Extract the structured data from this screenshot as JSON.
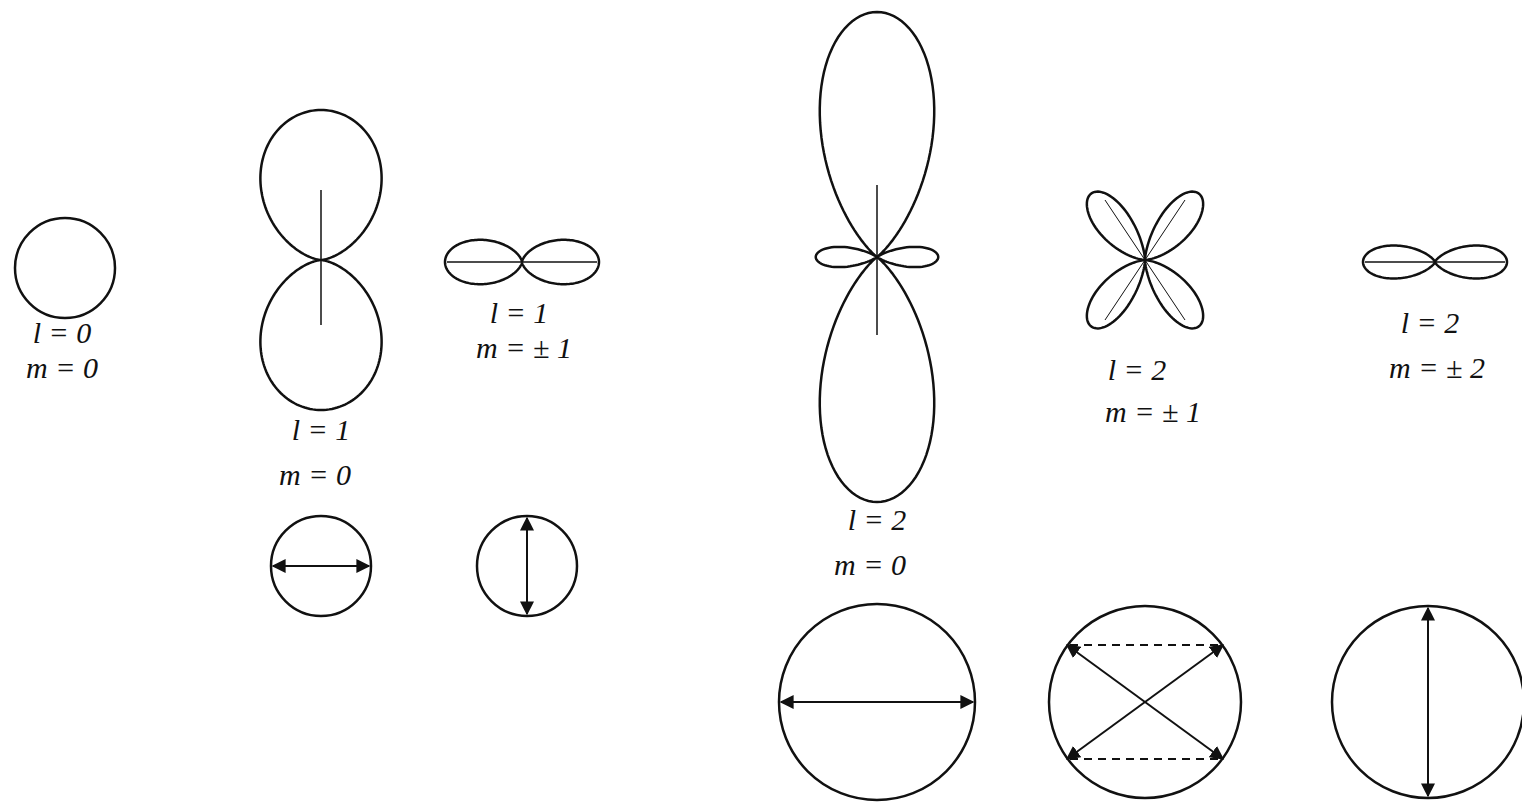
{
  "diagram": {
    "labels": [
      "l = 0",
      "m = 0",
      "l = 1",
      "m = 0",
      "l = 1",
      "m = ± 1",
      "l = 2",
      "m = 0",
      "l = 2",
      "m = ± 1",
      "l = 2",
      "m = ± 2"
    ]
  }
}
